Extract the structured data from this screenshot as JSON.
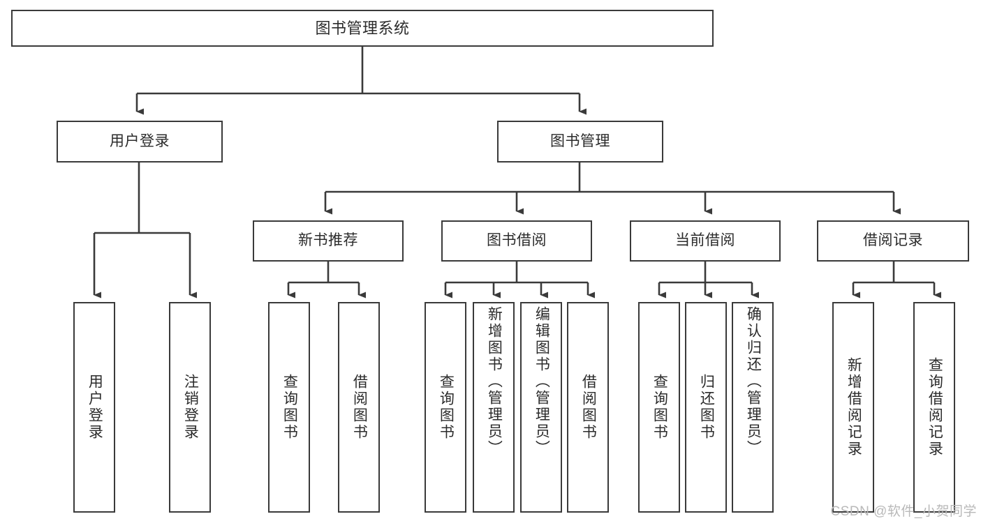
{
  "diagram": {
    "title": "图书管理系统",
    "type": "tree-structure-chart",
    "stroke_color": "#3a3a3a",
    "background_color": "#ffffff",
    "text_color": "#2b2b2b"
  },
  "root": {
    "label": "图书管理系统"
  },
  "level2": [
    {
      "label": "用户登录"
    },
    {
      "label": "图书管理"
    }
  ],
  "level3": [
    {
      "label": "新书推荐"
    },
    {
      "label": "图书借阅"
    },
    {
      "label": "当前借阅"
    },
    {
      "label": "借阅记录"
    }
  ],
  "leaves": {
    "user_login": [
      {
        "label": "用户登录"
      },
      {
        "label": "注销登录"
      }
    ],
    "new_book_recommend": [
      {
        "label": "查询图书"
      },
      {
        "label": "借阅图书"
      }
    ],
    "book_borrow": [
      {
        "label": "查询图书"
      },
      {
        "label": "新增图书（管理员）"
      },
      {
        "label": "编辑图书（管理员）"
      },
      {
        "label": "借阅图书"
      }
    ],
    "current_borrow": [
      {
        "label": "查询图书"
      },
      {
        "label": "归还图书"
      },
      {
        "label": "确认归还（管理员）"
      }
    ],
    "borrow_record": [
      {
        "label": "新增借阅记录"
      },
      {
        "label": "查询借阅记录"
      }
    ]
  },
  "watermark": {
    "text": "CSDN @软件_小贺同学",
    "color": "#b9b9b9"
  }
}
